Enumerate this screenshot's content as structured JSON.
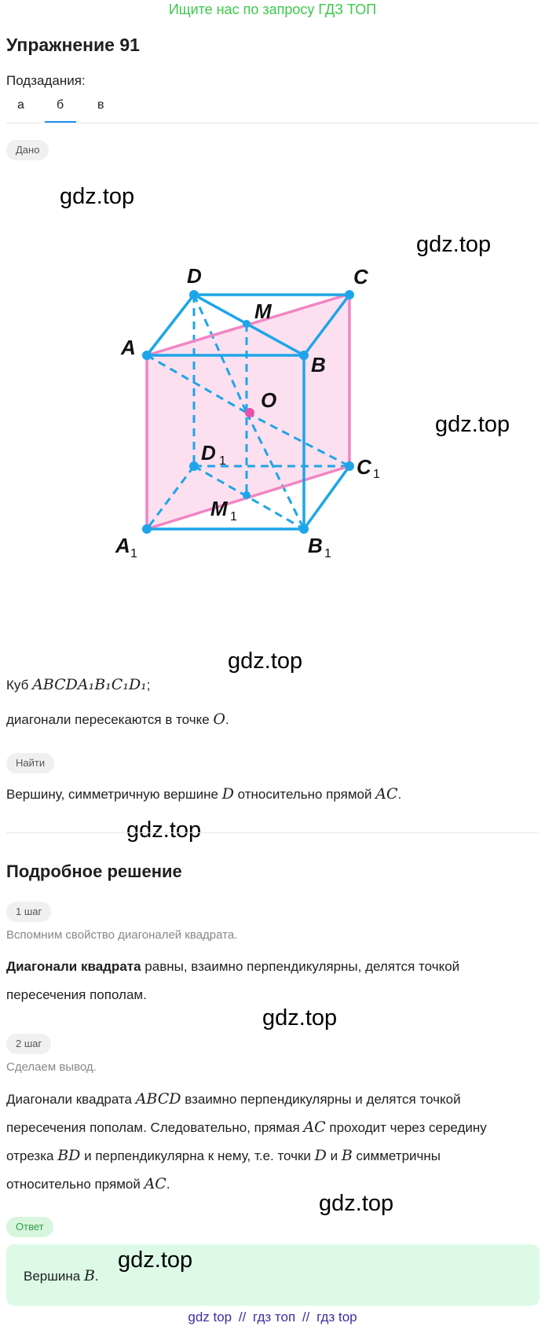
{
  "banner": "Ищите нас по запросу ГДЗ ТОП",
  "exercise_title": "Упражнение 91",
  "subtasks_label": "Подзадания:",
  "subtasks": [
    "а",
    "б",
    "в"
  ],
  "active_subtask": "б",
  "given_chip": "Дано",
  "watermark": "gdz.top",
  "figure": {
    "labels": {
      "D": "D",
      "C": "C",
      "A": "A",
      "B": "B",
      "M": "M",
      "O": "O",
      "D1": "D",
      "C1": "C",
      "A1": "A",
      "B1": "B",
      "M1": "M",
      "sub": "1"
    },
    "colors": {
      "edge": "#1ea5e9",
      "plane": "#f086c4",
      "plane_fill": "#fde0f0",
      "vertex": "#1ea5e9",
      "center": "#e84fa8"
    }
  },
  "given": {
    "line1_prefix": "Куб ",
    "line1_math": "ABCDA₁B₁C₁D₁",
    "line1_suffix": ";",
    "line2_prefix": "диагонали пересекаются в точке ",
    "line2_math": "O",
    "line2_suffix": "."
  },
  "find_chip": "Найти",
  "find": {
    "prefix": "Вершину, симметричную вершине ",
    "math1": "D",
    "middle": " относительно прямой ",
    "math2": "AC",
    "suffix": "."
  },
  "solution_title": "Подробное решение",
  "step1": {
    "chip": "1 шаг",
    "caption": "Вспомним свойство диагоналей квадрата.",
    "bold": "Диагонали квадрата",
    "rest1": " равны, взаимно перпендикулярны, делятся точкой",
    "rest2": "пересечения пополам."
  },
  "step2": {
    "chip": "2 шаг",
    "caption": "Сделаем вывод.",
    "l1a": "Диагонали квадрата ",
    "l1m": "ABCD",
    "l1b": " взаимно перпендикулярны и делятся точкой",
    "l2a": "пересечения пополам. Следовательно, прямая ",
    "l2m": "AC",
    "l2b": " проходит через середину",
    "l3a": "отрезка ",
    "l3m1": "BD",
    "l3b": " и перпендикулярна к нему, т.е. точки ",
    "l3m2": "D",
    "l3c": " и ",
    "l3m3": "B",
    "l3d": " симметричны",
    "l4a": "относительно прямой ",
    "l4m": "AC",
    "l4b": "."
  },
  "answer_chip": "Ответ",
  "answer": {
    "prefix": "Вершина ",
    "math": "B",
    "suffix": "."
  },
  "footer": {
    "link1": "gdz top",
    "sep": "//",
    "link2": "гдз топ",
    "link3": "гдз top"
  }
}
